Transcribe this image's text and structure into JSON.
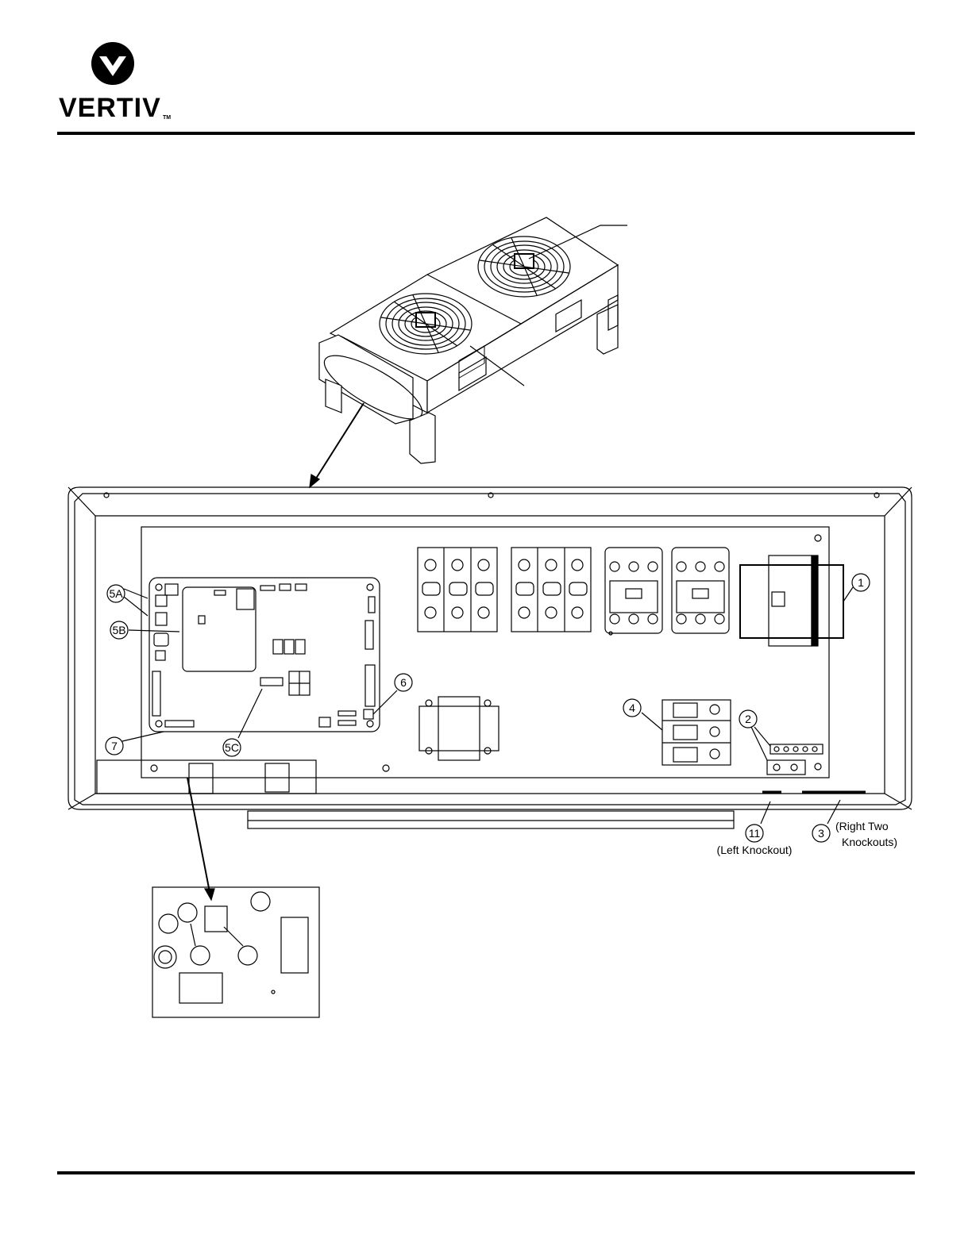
{
  "brand": {
    "name": "VERTIV",
    "tm": "TM"
  },
  "callouts": {
    "c1": "1",
    "c2": "2",
    "c3": "3",
    "c4": "4",
    "c5a": "5A",
    "c5b": "5B",
    "c5c": "5C",
    "c6": "6",
    "c7": "7",
    "c11": "11"
  },
  "labels": {
    "left_knockout": "(Left Knockout)",
    "right_knockouts_1": "(Right Two",
    "right_knockouts_2": "Knockouts)"
  },
  "icons": [
    "vertiv-logo-icon"
  ]
}
